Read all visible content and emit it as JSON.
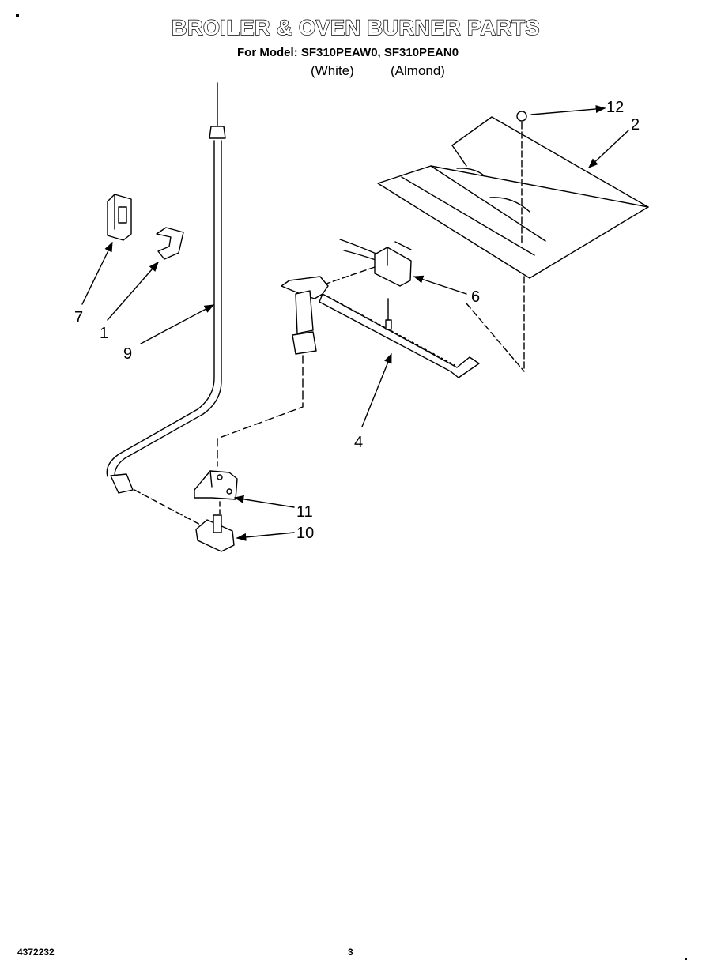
{
  "header": {
    "title": "BROILER & OVEN BURNER PARTS",
    "models": "For Model: SF310PEAW0, SF310PEAN0",
    "variant_white": "(White)",
    "variant_almond": "(Almond)"
  },
  "callouts": {
    "p12": "12",
    "p2": "2",
    "p6": "6",
    "p4": "4",
    "p7": "7",
    "p1": "1",
    "p9": "9",
    "p11": "11",
    "p10": "10"
  },
  "footer": {
    "doc_number": "4372232",
    "page_number": "3"
  }
}
